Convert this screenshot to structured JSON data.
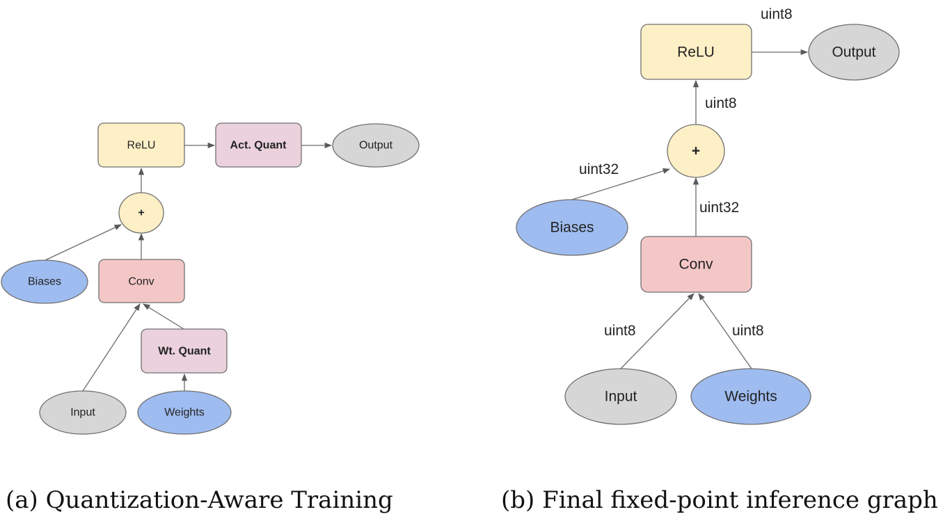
{
  "colors": {
    "relu_fill": "#fdefc6",
    "add_fill": "#fdefc6",
    "quant_fill": "#ead1dc",
    "conv_fill": "#f4c7c7",
    "blue_fill": "#9fbcf0",
    "gray_fill": "#d6d6d6",
    "stroke": "#6f6f6f"
  },
  "panel_a": {
    "caption": "(a) Quantization-Aware Training",
    "nodes": {
      "relu": "ReLU",
      "act_quant": "Act. Quant",
      "output": "Output",
      "add": "+",
      "biases": "Biases",
      "conv": "Conv",
      "wt_quant": "Wt. Quant",
      "input": "Input",
      "weights": "Weights"
    },
    "edges": [
      {
        "from": "ReLU",
        "to": "Act. Quant"
      },
      {
        "from": "Act. Quant",
        "to": "Output"
      },
      {
        "from": "+",
        "to": "ReLU"
      },
      {
        "from": "Biases",
        "to": "+"
      },
      {
        "from": "Conv",
        "to": "+"
      },
      {
        "from": "Input",
        "to": "Conv"
      },
      {
        "from": "Wt. Quant",
        "to": "Conv"
      },
      {
        "from": "Weights",
        "to": "Wt. Quant"
      }
    ]
  },
  "panel_b": {
    "caption": "(b) Final fixed-point inference graph",
    "nodes": {
      "relu": "ReLU",
      "output": "Output",
      "add": "+",
      "biases": "Biases",
      "conv": "Conv",
      "input": "Input",
      "weights": "Weights"
    },
    "edge_labels": {
      "relu_to_output": "uint8",
      "add_to_relu": "uint8",
      "biases_to_add": "uint32",
      "conv_to_add": "uint32",
      "input_to_conv": "uint8",
      "weights_to_conv": "uint8"
    }
  }
}
